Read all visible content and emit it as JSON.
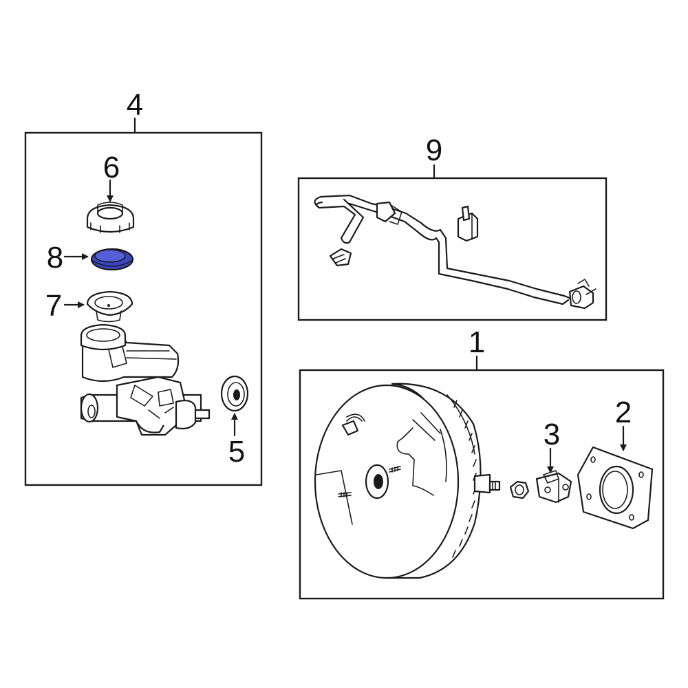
{
  "diagram": {
    "highlight_color": "#3a46c8",
    "callouts": [
      {
        "id": "c1",
        "label": "1"
      },
      {
        "id": "c2",
        "label": "2"
      },
      {
        "id": "c3",
        "label": "3"
      },
      {
        "id": "c4",
        "label": "4"
      },
      {
        "id": "c5",
        "label": "5"
      },
      {
        "id": "c6",
        "label": "6"
      },
      {
        "id": "c7",
        "label": "7"
      },
      {
        "id": "c8",
        "label": "8"
      },
      {
        "id": "c9",
        "label": "9"
      }
    ],
    "highlighted_part": "8"
  }
}
